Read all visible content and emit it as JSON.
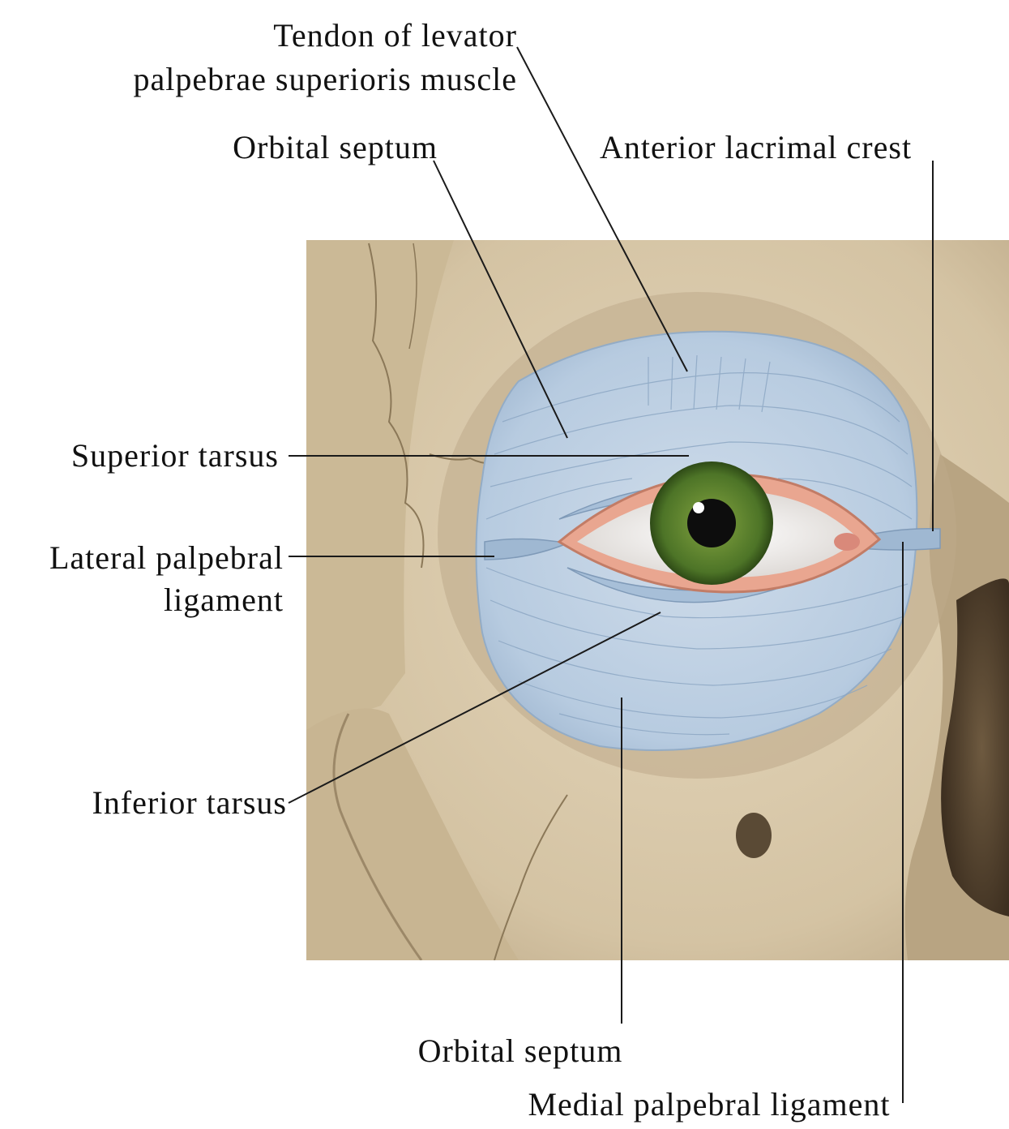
{
  "labels": {
    "tendon_line1": "Tendon of levator",
    "tendon_line2": "palpebrae superioris muscle",
    "orbital_septum_top": "Orbital septum",
    "anterior_lacrimal_crest": "Anterior lacrimal crest",
    "superior_tarsus": "Superior tarsus",
    "lateral_palpebral_line1": "Lateral palpebral",
    "lateral_palpebral_line2": "ligament",
    "inferior_tarsus": "Inferior tarsus",
    "orbital_septum_bottom": "Orbital septum",
    "medial_palpebral_ligament": "Medial palpebral ligament"
  },
  "colors": {
    "bone": "#d8c8aa",
    "bone_shadow": "#a08c6c",
    "septum": "#b9cde0",
    "septum_fiber": "#8aa5c2",
    "iris": "#4f7a2a",
    "pupil": "#111111",
    "lid_margin": "#e8a58f",
    "leader_line": "#1a1a1a"
  }
}
